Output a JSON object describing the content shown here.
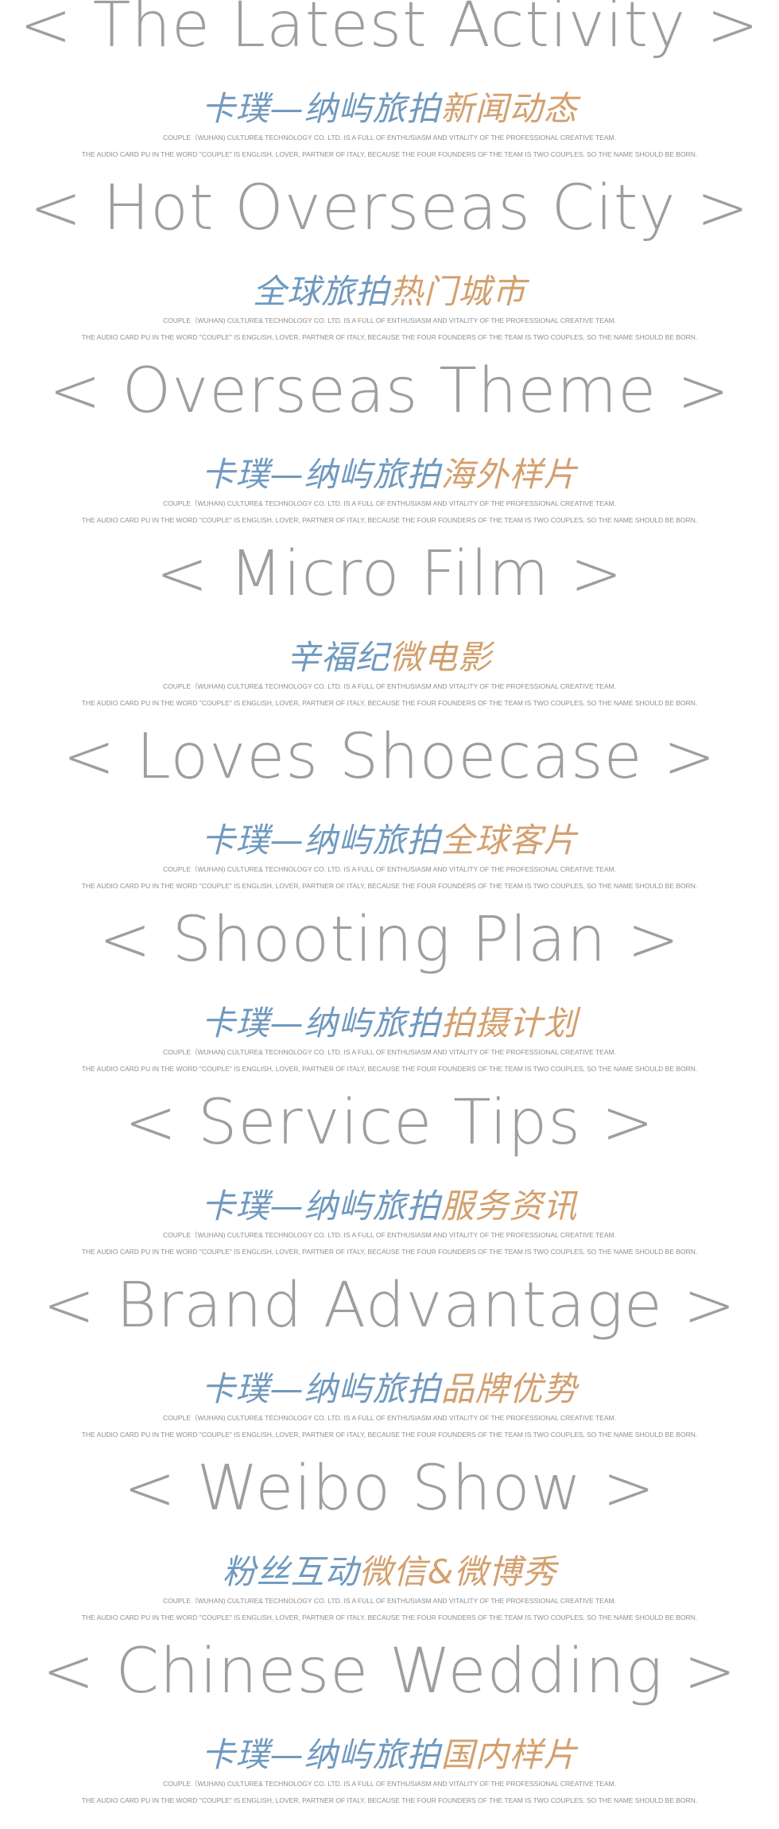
{
  "description": {
    "line1": "COUPLE（WUHAN) CULTURE& TECHNOLOGY CO. LTD. IS A FULL OF ENTHUSIASM AND VITALITY OF THE PROFESSIONAL CREATIVE TEAM.",
    "line2": "THE AUDIO CARD PU IN THE WORD \"COUPLE\" IS ENGLISH, LOVER, PARTNER OF ITALY, BECAUSE THE FOUR FOUNDERS OF THE TEAM IS TWO COUPLES, SO THE NAME SHOULD BE BORN."
  },
  "sections": [
    {
      "en": "< The Latest Activity  >",
      "cn_blue": "卡璞—纳屿旅拍",
      "cn_gold": "新闻动态"
    },
    {
      "en": "< Hot Overseas City >",
      "cn_blue": "全球旅拍",
      "cn_gold": "热门城市"
    },
    {
      "en": "< Overseas Theme >",
      "cn_blue": "卡璞—纳屿旅拍",
      "cn_gold": "海外样片"
    },
    {
      "en": "< Micro Film >",
      "cn_blue": "辛福纪",
      "cn_gold": "微电影"
    },
    {
      "en": "< Loves Shoecase >",
      "cn_blue": "卡璞—纳屿旅拍",
      "cn_gold": "全球客片"
    },
    {
      "en": "< Shooting Plan  >",
      "cn_blue": "卡璞—纳屿旅拍",
      "cn_gold": "拍摄计划"
    },
    {
      "en": "< Service Tips >",
      "cn_blue": "卡璞—纳屿旅拍",
      "cn_gold": "服务资讯"
    },
    {
      "en": "< Brand Advantage >",
      "cn_blue": "卡璞—纳屿旅拍",
      "cn_gold": "品牌优势"
    },
    {
      "en": "< Weibo Show >",
      "cn_blue": "粉丝互动",
      "cn_gold": "微信&微博秀"
    },
    {
      "en": "< Chinese Wedding >",
      "cn_blue": "卡璞—纳屿旅拍",
      "cn_gold": "国内样片"
    }
  ],
  "colors": {
    "english_heading": "#9e9e9e",
    "chinese_blue": "#6f99bf",
    "chinese_gold": "#d3a06e",
    "description_text": "#8f8f8f"
  }
}
